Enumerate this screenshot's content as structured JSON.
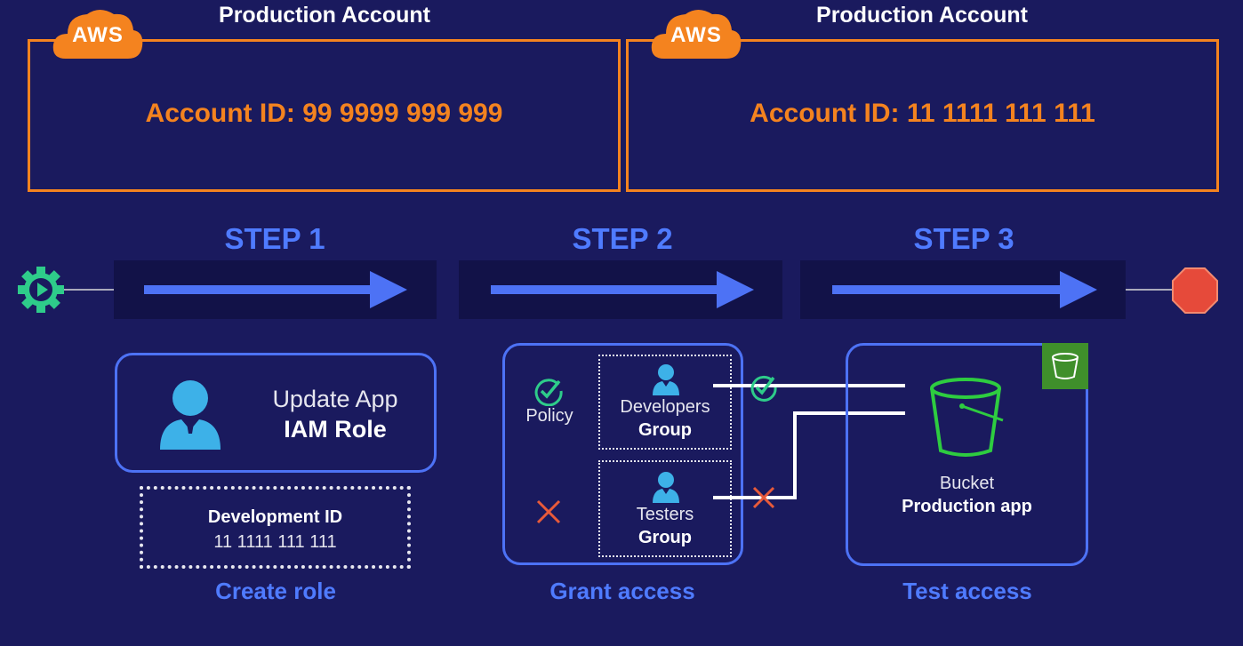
{
  "accounts": [
    {
      "title": "Production Account",
      "badge": "AWS",
      "id_label": "Account ID: 99 9999 999 999"
    },
    {
      "title": "Production Account",
      "badge": "AWS",
      "id_label": "Account ID: 11 1111 111 111"
    }
  ],
  "steps": [
    {
      "title": "STEP 1",
      "caption": "Create role"
    },
    {
      "title": "STEP 2",
      "caption": "Grant access"
    },
    {
      "title": "STEP 3",
      "caption": "Test access"
    }
  ],
  "step1": {
    "role_name": "Update App",
    "role_type": "IAM Role",
    "dev_title": "Development ID",
    "dev_value": "11 1111 111 111"
  },
  "step2": {
    "policy_label": "Policy",
    "groups": [
      {
        "name": "Developers",
        "type": "Group",
        "access": "allowed"
      },
      {
        "name": "Testers",
        "type": "Group",
        "access": "denied"
      }
    ]
  },
  "step3": {
    "resource_type": "Bucket",
    "resource_name": "Production app"
  },
  "colors": {
    "orange": "#f4831f",
    "blue": "#4f7bff",
    "green": "#2ecc8a",
    "red": "#e85a3a",
    "s3_green": "#3f8f2b"
  },
  "icons": [
    "aws-cloud-icon",
    "gear-play-icon",
    "stop-octagon-icon",
    "user-icon",
    "check-icon",
    "cross-icon",
    "bucket-icon",
    "s3-icon"
  ]
}
